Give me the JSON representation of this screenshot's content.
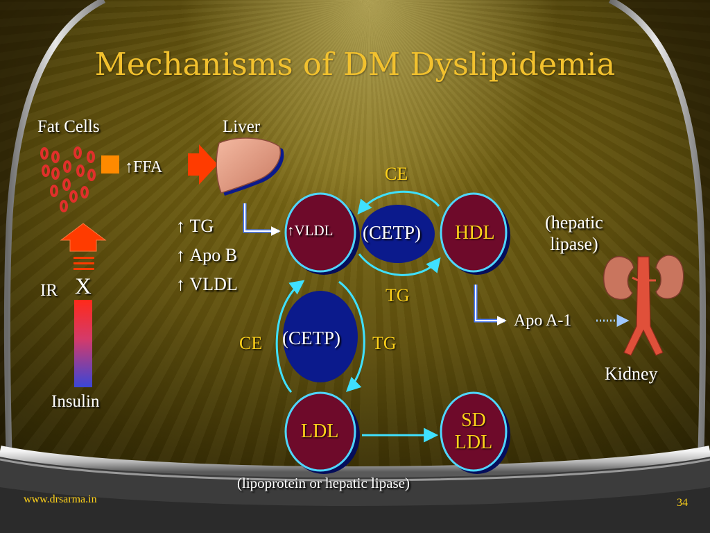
{
  "slide": {
    "title": "Mechanisms of DM Dyslipidemia",
    "website": "www.drsarma.in",
    "page_number": "34"
  },
  "labels": {
    "fat_cells": "Fat Cells",
    "liver": "Liver",
    "ffa": "FFA",
    "up_arrow": "↑",
    "ir": "IR",
    "x_mark": "X",
    "insulin": "Insulin",
    "tg_up": "TG",
    "apob_up": "Apo B",
    "vldl_up": "VLDL",
    "hepatic_lipase": "(hepatic\nlipase)",
    "apo_a1": "Apo A-1",
    "kidney": "Kidney",
    "lipase_note": "(lipoprotein or hepatic lipase)"
  },
  "nodes": {
    "vldl": "VLDL",
    "cetp_top": "(CETP)",
    "hdl": "HDL",
    "cetp_left": "(CETP)",
    "ldl": "LDL",
    "sd_ldl": "SD\nLDL"
  },
  "exchange_labels": {
    "ce_top": "CE",
    "tg_top": "TG",
    "ce_left": "CE",
    "tg_left": "TG"
  },
  "colors": {
    "title": "#f2c12e",
    "label_yellow": "#ffd21a",
    "lipoprotein_fill": "#6e0a2a",
    "cetp_fill": "#0b1a8c",
    "node_ring": "#4fd6ff",
    "ffa_arrow": "#ff3b00",
    "fat_cells": "#e0302b"
  }
}
